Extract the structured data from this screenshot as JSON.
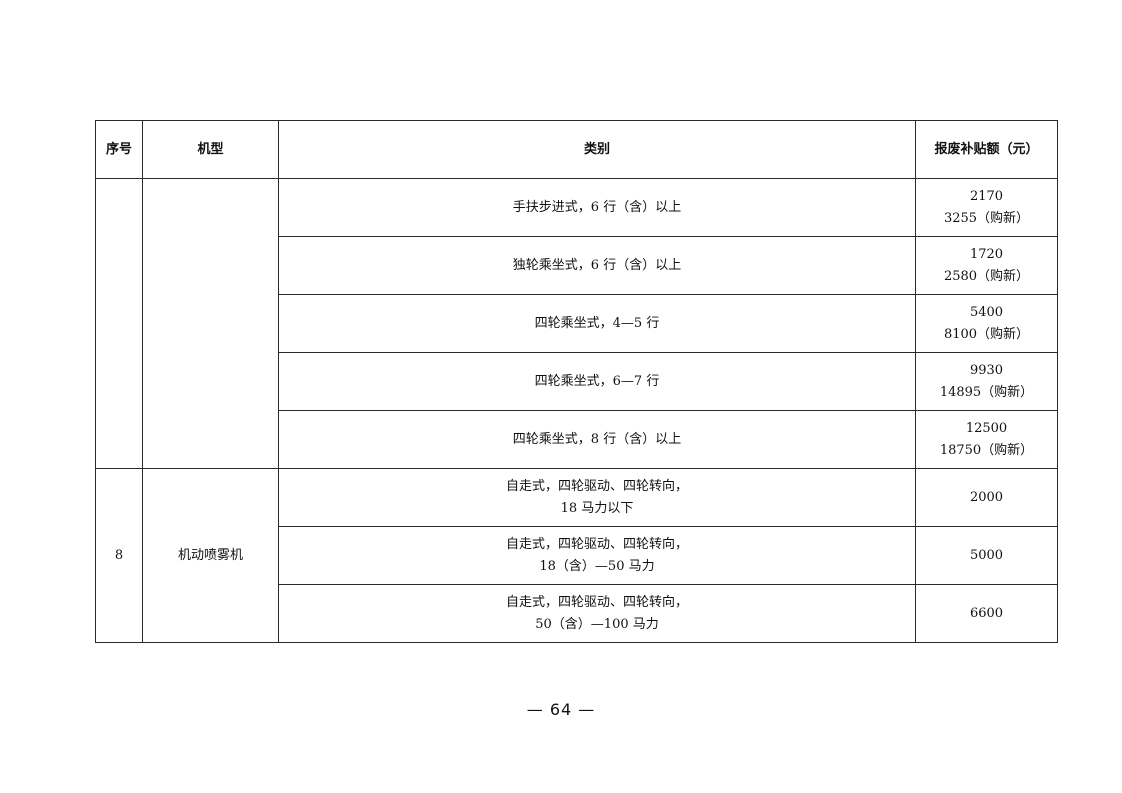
{
  "table": {
    "headers": {
      "no": "序号",
      "model": "机型",
      "category": "类别",
      "amount": "报废补贴额（元）"
    },
    "group_a": {
      "no": "",
      "model": "",
      "rows": [
        {
          "category": [
            "手扶步进式，6 行（含）以上"
          ],
          "amount": [
            "2170",
            "3255（购新）"
          ]
        },
        {
          "category": [
            "独轮乘坐式，6 行（含）以上"
          ],
          "amount": [
            "1720",
            "2580（购新）"
          ]
        },
        {
          "category": [
            "四轮乘坐式，4—5 行"
          ],
          "amount": [
            "5400",
            "8100（购新）"
          ]
        },
        {
          "category": [
            "四轮乘坐式，6—7 行"
          ],
          "amount": [
            "9930",
            "14895（购新）"
          ]
        },
        {
          "category": [
            "四轮乘坐式，8 行（含）以上"
          ],
          "amount": [
            "12500",
            "18750（购新）"
          ]
        }
      ]
    },
    "group_b": {
      "no": "8",
      "model": "机动喷雾机",
      "rows": [
        {
          "category": [
            "自走式，四轮驱动、四轮转向，",
            "18 马力以下"
          ],
          "amount": [
            "2000"
          ]
        },
        {
          "category": [
            "自走式，四轮驱动、四轮转向，",
            "18（含）—50 马力"
          ],
          "amount": [
            "5000"
          ]
        },
        {
          "category": [
            "自走式，四轮驱动、四轮转向，",
            "50（含）—100 马力"
          ],
          "amount": [
            "6600"
          ]
        }
      ]
    }
  },
  "footer": {
    "page_number": "— 64 —"
  }
}
